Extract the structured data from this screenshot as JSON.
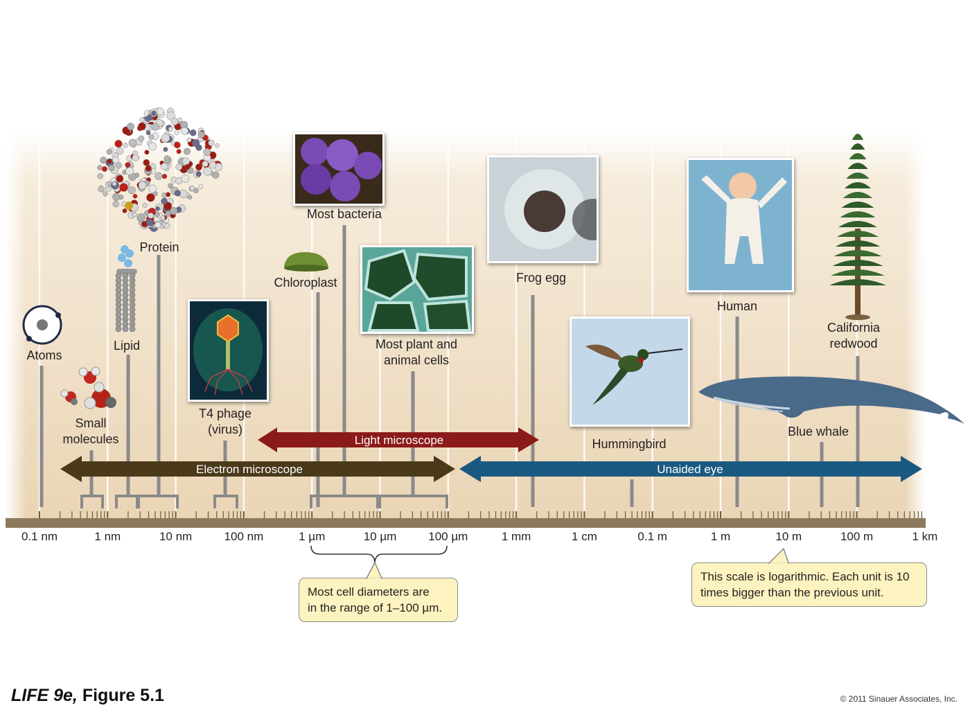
{
  "scale": {
    "ticks": [
      "0.1 nm",
      "1 nm",
      "10 nm",
      "100 nm",
      "1 µm",
      "10 µm",
      "100 µm",
      "1 mm",
      "1 cm",
      "0.1 m",
      "1 m",
      "10 m",
      "100 m",
      "1 km"
    ]
  },
  "objects": [
    {
      "id": "atoms",
      "lines": [
        "Atoms"
      ]
    },
    {
      "id": "small-molecules",
      "lines": [
        "Small",
        "molecules"
      ]
    },
    {
      "id": "lipid",
      "lines": [
        "Lipid"
      ]
    },
    {
      "id": "protein",
      "lines": [
        "Protein"
      ]
    },
    {
      "id": "t4-phage",
      "lines": [
        "T4 phage",
        "(virus)"
      ]
    },
    {
      "id": "chloroplast",
      "lines": [
        "Chloroplast"
      ]
    },
    {
      "id": "most-bacteria",
      "lines": [
        "Most bacteria"
      ]
    },
    {
      "id": "plant-animal-cells",
      "lines": [
        "Most plant and",
        "animal cells"
      ]
    },
    {
      "id": "frog-egg",
      "lines": [
        "Frog egg"
      ]
    },
    {
      "id": "hummingbird",
      "lines": [
        "Hummingbird"
      ]
    },
    {
      "id": "human",
      "lines": [
        "Human"
      ]
    },
    {
      "id": "blue-whale",
      "lines": [
        "Blue whale"
      ]
    },
    {
      "id": "redwood",
      "lines": [
        "California",
        "redwood"
      ]
    }
  ],
  "ranges": {
    "electron": {
      "label": "Electron microscope",
      "from": "0.1 nm",
      "to": "100 µm",
      "color": "#4a3a1a"
    },
    "light": {
      "label": "Light microscope",
      "from": "100 nm",
      "to": "1 mm",
      "color": "#8b1a1a"
    },
    "eye": {
      "label": "Unaided eye",
      "from": "100 µm",
      "to": "1 km",
      "color": "#1a5a82"
    }
  },
  "callouts": {
    "cell_range": [
      "Most cell diameters are",
      "in the range of 1–100 µm."
    ],
    "log_note": [
      "This scale is logarithmic. Each unit is 10",
      "times bigger than the previous unit."
    ]
  },
  "footer": {
    "book": "LIFE 9e,",
    "figure": "Figure 5.1",
    "copyright": "© 2011 Sinauer Associates, Inc."
  },
  "colors": {
    "band_top": "#f4e8d6",
    "band_bottom": "#e9d3b2",
    "ruler": "#8c7a5e",
    "stem": "#8a8a8a",
    "callout_fill": "#fdf3c0"
  }
}
